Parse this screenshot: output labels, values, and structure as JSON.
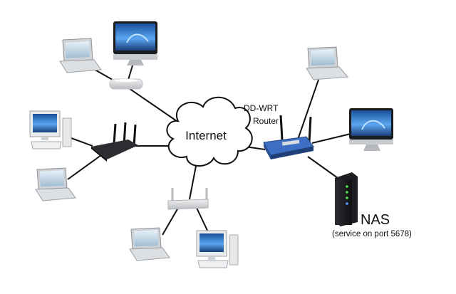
{
  "internet": {
    "label": "Internet"
  },
  "router": {
    "line1": "DD-WRT",
    "line2": "Router"
  },
  "nas": {
    "label": "NAS",
    "sublabel": "(service on port 5678)"
  },
  "colors": {
    "link": "#111111",
    "screen_blue": "#3a7fd1",
    "router_dark": "#2b2d30",
    "linksys_blue": "#3c6fc4",
    "silver": "#d9dcdf",
    "nas_black": "#1c1d20"
  }
}
